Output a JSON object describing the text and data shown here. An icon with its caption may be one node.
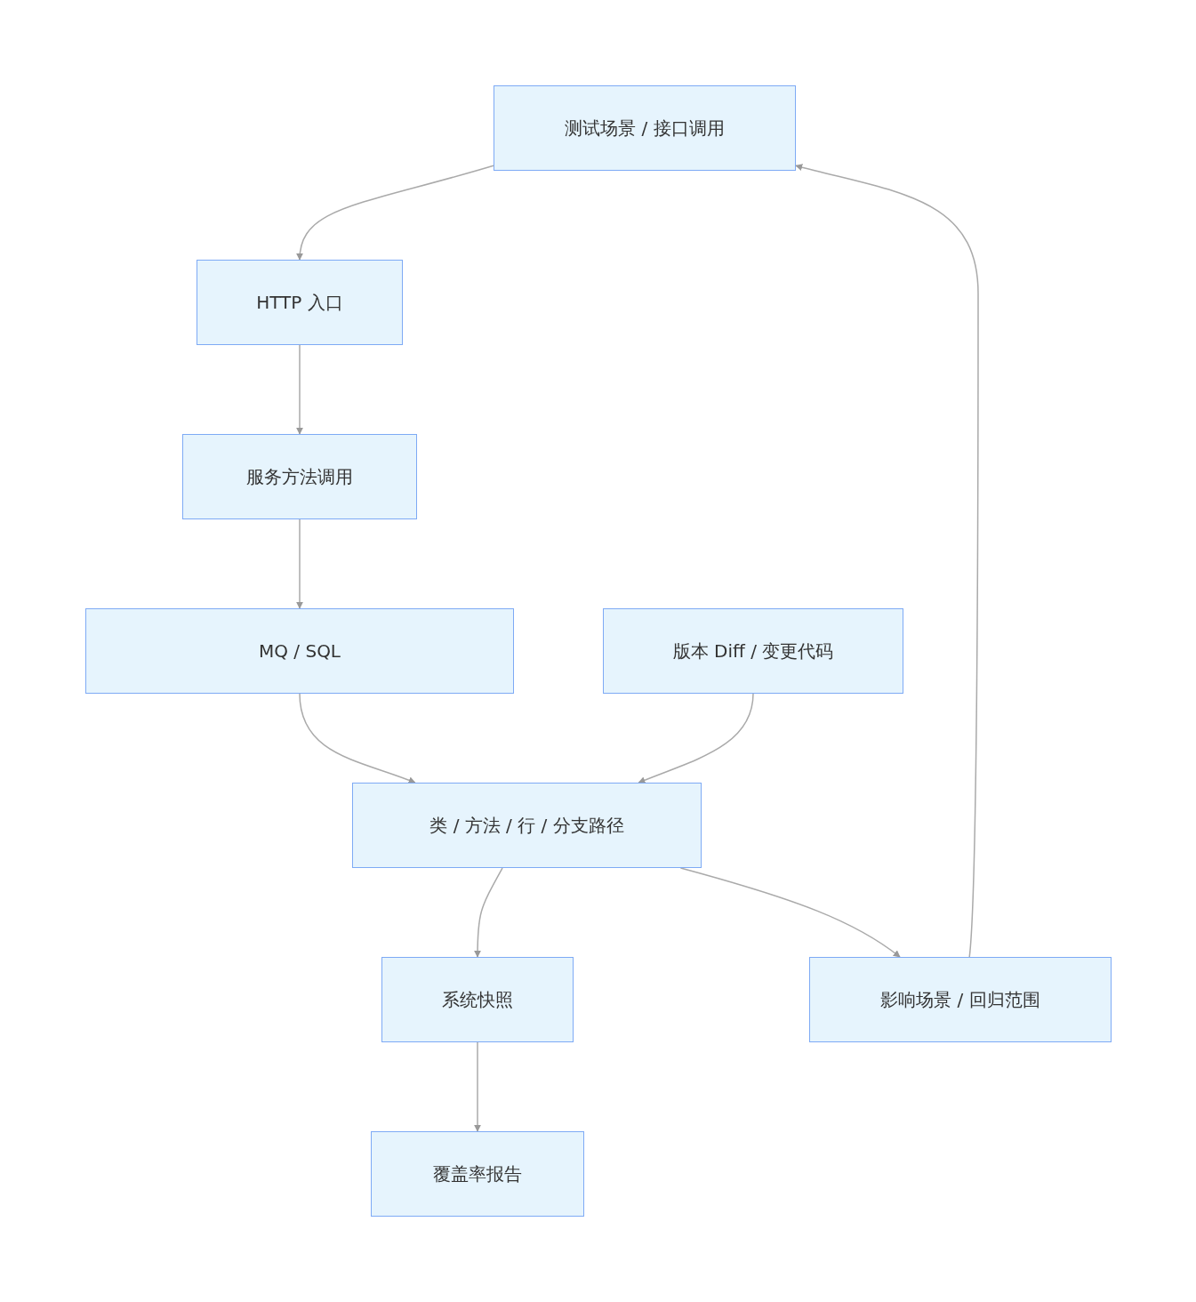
{
  "diagram": {
    "nodes": [
      {
        "text": [
          "测试场景 / 接口调用"
        ]
      },
      {
        "text": [
          "HTTP 入口"
        ]
      },
      {
        "text": [
          "服务方法调用"
        ]
      },
      {
        "text": [
          "MQ / SQL"
        ]
      },
      {
        "text": [
          "版本 Diff / 变更代码"
        ]
      },
      {
        "text": [
          "类 / 方法 / 行 / 分支路径"
        ]
      },
      {
        "text": [
          "系统快照"
        ]
      },
      {
        "text": [
          "覆盖率报告"
        ]
      },
      {
        "text": [
          "影响场景 / 回归范围"
        ]
      }
    ],
    "edges": [
      {
        "from": 0,
        "to": 1,
        "arrow": "to"
      },
      {
        "from": 1,
        "to": 2,
        "arrow": "to"
      },
      {
        "from": 2,
        "to": 3,
        "arrow": "to"
      },
      {
        "from": 3,
        "to": 5,
        "arrow": "to"
      },
      {
        "from": 4,
        "to": 5,
        "arrow": "to"
      },
      {
        "from": 5,
        "to": 6,
        "arrow": "to"
      },
      {
        "from": 6,
        "to": 7,
        "arrow": "to"
      },
      {
        "from": 5,
        "to": 8,
        "arrow": "to"
      },
      {
        "from": 8,
        "to": 0,
        "arrow": "to"
      }
    ]
  }
}
